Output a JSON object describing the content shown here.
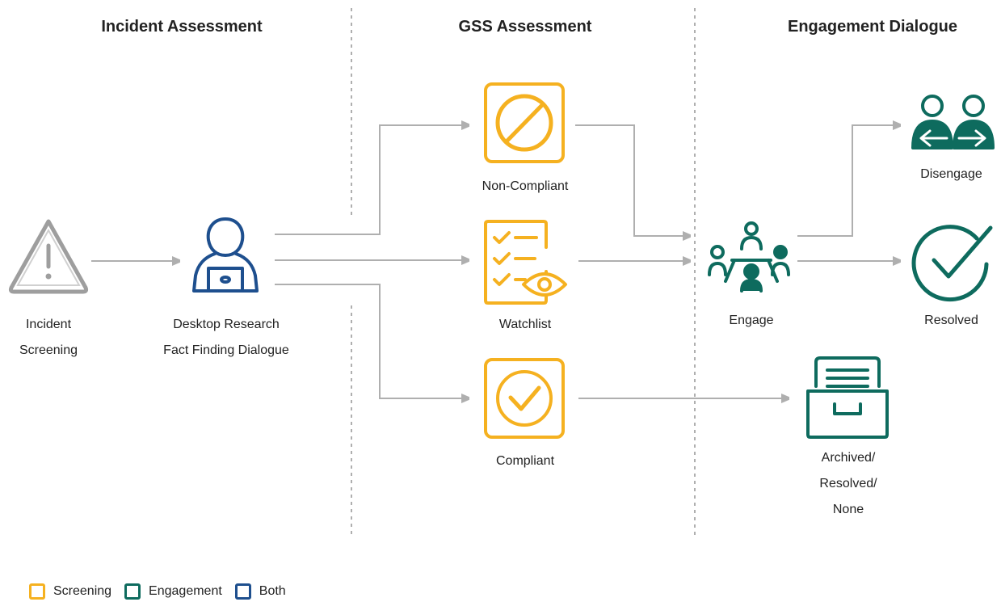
{
  "headers": {
    "incident": "Incident Assessment",
    "gss": "GSS Assessment",
    "engagement": "Engagement Dialogue"
  },
  "nodes": {
    "incident_screening": [
      "Incident",
      "Screening"
    ],
    "desktop_research": [
      "Desktop Research",
      "Fact Finding Dialogue"
    ],
    "non_compliant": "Non-Compliant",
    "watchlist": "Watchlist",
    "compliant": "Compliant",
    "engage": "Engage",
    "disengage": "Disengage",
    "resolved": "Resolved",
    "archived": [
      "Archived/",
      "Resolved/",
      "None"
    ]
  },
  "legend": [
    {
      "label": "Screening",
      "color": "#F5B120"
    },
    {
      "label": "Engagement",
      "color": "#0E6B5E"
    },
    {
      "label": "Both",
      "color": "#1E4F8E"
    }
  ],
  "colors": {
    "screening": "#F5B120",
    "engagement": "#0E6B5E",
    "both": "#1E4F8E",
    "neutral": "#9E9E9E",
    "connector": "#AFAFAF"
  },
  "icons": {
    "incident_screening": "warning-triangle-icon",
    "desktop_research": "person-laptop-icon",
    "non_compliant": "prohibited-icon",
    "watchlist": "checklist-eye-icon",
    "compliant": "check-circle-icon",
    "engage": "meeting-table-icon",
    "disengage": "two-people-arrows-icon",
    "resolved": "check-circle-icon",
    "archived": "file-drawer-icon"
  }
}
